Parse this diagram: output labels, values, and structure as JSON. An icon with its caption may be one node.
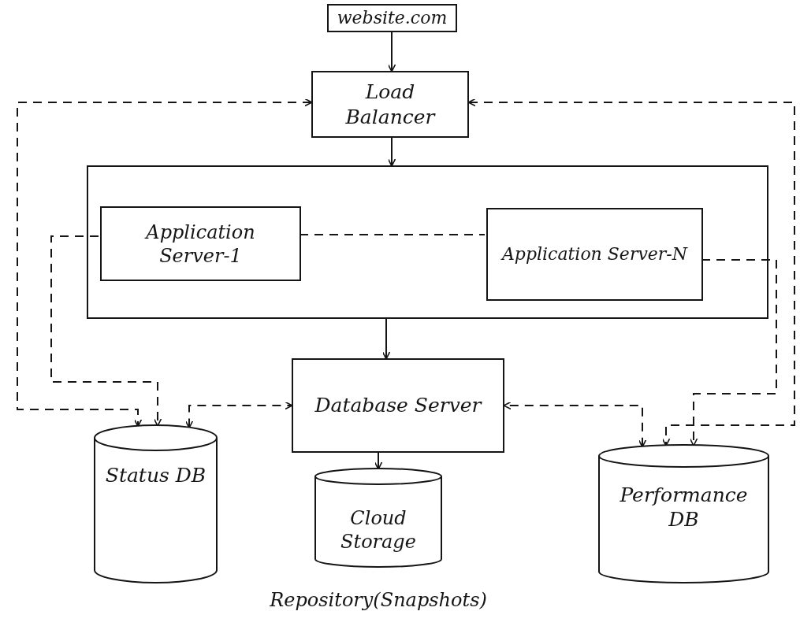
{
  "diagram": {
    "nodes": [
      {
        "text": [
          "website.com"
        ]
      },
      {
        "text": [
          "Load Balancer"
        ]
      },
      {
        "text": [],
        "shape": "box"
      },
      {
        "text": [
          "Application Server-1"
        ],
        "in": 2
      },
      {
        "text": [
          "Application Server-N"
        ],
        "in": 2
      },
      {
        "text": [
          "Database Server"
        ]
      },
      {
        "text": [
          "Status DB"
        ]
      },
      {
        "text": [
          "Cloud Storage"
        ],
        "beside": [
          "Repository(Snapshots)"
        ]
      },
      {
        "text": [
          "Performance DB"
        ]
      }
    ],
    "edges": [
      {
        "from": 0,
        "to": 1,
        "arrow": "to"
      },
      {
        "from": 1,
        "to": 2,
        "arrow": "to"
      },
      {
        "from": 2,
        "to": 5,
        "arrow": "to"
      },
      {
        "from": 5,
        "to": 7,
        "arrow": "to"
      },
      {
        "from": 3,
        "to": 4,
        "arrow": "none",
        "style": "dashed"
      },
      {
        "from": 1,
        "to": 6,
        "arrow": "both",
        "style": "dashed"
      },
      {
        "from": 3,
        "to": 6,
        "arrow": "to",
        "style": "dashed"
      },
      {
        "from": 6,
        "to": 5,
        "arrow": "both",
        "style": "dashed"
      },
      {
        "from": 4,
        "to": 8,
        "arrow": "to",
        "style": "dashed"
      },
      {
        "from": 8,
        "to": 5,
        "arrow": "both",
        "style": "dashed"
      },
      {
        "from": 1,
        "to": 8,
        "arrow": "both",
        "style": "dashed"
      }
    ]
  }
}
